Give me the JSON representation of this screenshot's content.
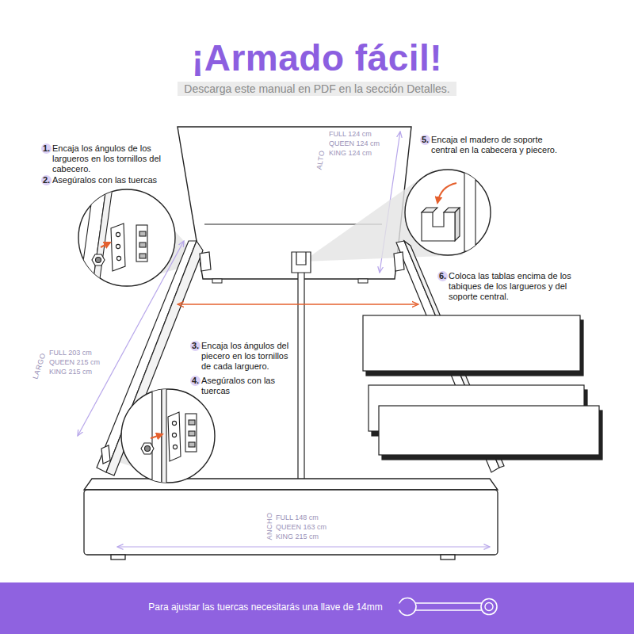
{
  "diagram": {
    "title": "¡Armado fácil!",
    "nodes": [
      {
        "text": [
          "Para ajustar las tuercas necesitarás una llave de 14mm"
        ]
      }
    ],
    "labels": [
      "Descarga este manual en PDF en la sección Detalles.",
      "1.",
      "Encaja los ángulos de los largueros en los tornillos del cabecero.",
      "2.",
      "Asegúralos con las tuercas",
      "ALTO",
      "FULL 124 cm",
      "QUEEN 124 cm",
      "KING 124 cm",
      "5.",
      "Encaja el madero de soporte central en la cabecera y piecero.",
      "6.",
      "Coloca las tablas encima de los tabiques de los largueros y del soporte central.",
      "LARGO",
      "FULL 203 cm",
      "QUEEN 215 cm",
      "KING 215 cm",
      "3.",
      "Encaja los ángulos del piecero en los tornillos de cada larguero.",
      "4.",
      "Asegúralos con las tuercas",
      "ANCHO",
      "FULL 148 cm",
      "QUEEN 163 cm",
      "KING 215 cm"
    ]
  }
}
